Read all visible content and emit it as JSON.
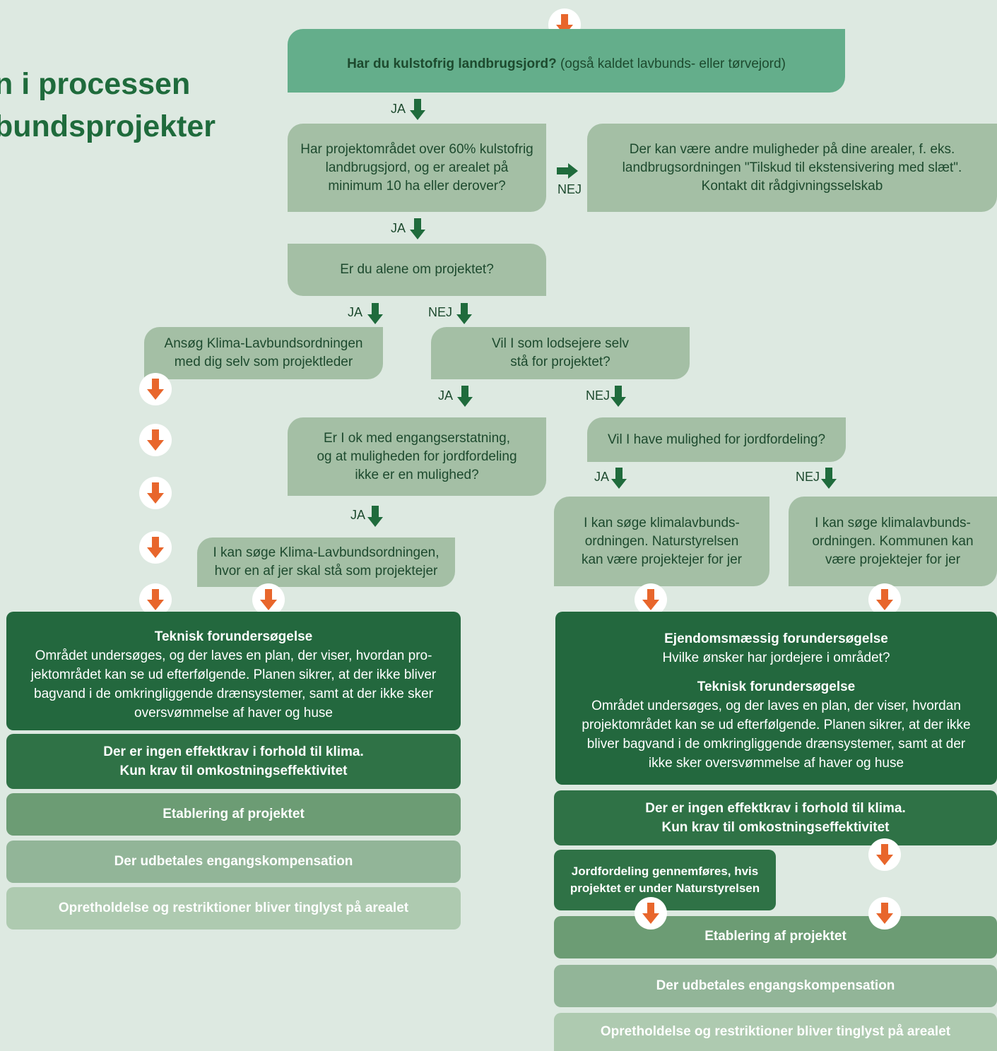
{
  "title": {
    "line1": "n i processen",
    "line2": "bundsprojekter"
  },
  "top_question": {
    "bold": "Har du kulstofrig landbrugsjord?",
    "normal": " (også kaldet lavbunds- eller tørvejord)"
  },
  "q2": {
    "line1": "Har projektområdet over 60% kulstofrig",
    "line2": "landbrugsjord, og er arealet på",
    "line3": "minimum 10 ha eller derover?"
  },
  "q2_no": {
    "line1": "Der kan være andre muligheder på dine arealer, f. eks.",
    "line2": "landbrugsordningen \"Tilskud til ekstensivering med slæt\".",
    "line3": "Kontakt dit rådgivningsselskab"
  },
  "q3": {
    "text": "Er du alene om projektet?"
  },
  "apply_self": {
    "line1": "Ansøg Klima-Lavbundsordningen",
    "line2": "med dig selv som projektleder"
  },
  "q4": {
    "line1": "Vil I som lodsejere selv",
    "line2": "stå for projektet?"
  },
  "q5": {
    "line1": "Er I ok med engangserstatning,",
    "line2": "og at muligheden for jordfordeling",
    "line3": "ikke er en mulighed?"
  },
  "q6": {
    "text": "Vil I have mulighed for jordfordeling?"
  },
  "apply_group": {
    "line1": "I kan søge  Klima-Lavbundsordningen,",
    "line2": "hvor en af jer skal stå som projektejer"
  },
  "nst": {
    "line1": "I kan søge klimalavbunds-",
    "line2": "ordningen. Naturstyrelsen",
    "line3": "kan være projektejer for jer"
  },
  "kommune": {
    "line1": "I kan søge klimalavbunds-",
    "line2": "ordningen. Kommunen kan",
    "line3": "være projektejer for jer"
  },
  "labels": {
    "ja": "JA",
    "nej": "NEJ"
  },
  "left_steps": {
    "teknisk_title": "Teknisk forundersøgelse",
    "teknisk_l1": "Området undersøges, og der laves en plan, der viser, hvordan pro-",
    "teknisk_l2": "jektområdet kan se ud efterfølgende. Planen sikrer, at der ikke bliver",
    "teknisk_l3": "bagvand i de omkringliggende drænsystemer, samt at der ikke sker",
    "teknisk_l4": "oversvømmelse af haver og huse",
    "effekt_l1": "Der er ingen effektkrav i forhold til klima.",
    "effekt_l2": "Kun krav til omkostningseffektivitet",
    "etablering": "Etablering af projektet",
    "udbetales": "Der udbetales engangskompensation",
    "opretholdelse": "Opretholdelse og restriktioner bliver tinglyst på arealet"
  },
  "right_steps": {
    "ejendom_title": "Ejendomsmæssig forundersøgelse",
    "ejendom_text": "Hvilke ønsker har jordejere i området?",
    "teknisk_title": "Teknisk forundersøgelse",
    "teknisk_l1": "Området undersøges, og der laves en plan, der viser, hvordan",
    "teknisk_l2": "projektområdet kan se ud efterfølgende. Planen sikrer, at der ikke",
    "teknisk_l3": "bliver bagvand i de omkringliggende drænsystemer, samt at der",
    "teknisk_l4": "ikke sker oversvømmelse af haver og huse",
    "effekt_l1": "Der er ingen effektkrav i forhold til klima.",
    "effekt_l2": "Kun krav til omkostningseffektivitet",
    "jordfordeling_l1": "Jordfordeling gennemføres, hvis",
    "jordfordeling_l2": "projektet er under Naturstyrelsen",
    "etablering": "Etablering af projektet",
    "udbetales": "Der udbetales engangskompensation",
    "opretholdelse": "Opretholdelse og restriktioner bliver tinglyst på arealet"
  },
  "colors": {
    "background": "#dde9e1",
    "arrow_green": "#1f6b3c",
    "arrow_orange": "#e8662c",
    "heading": "#1f6b3c"
  }
}
